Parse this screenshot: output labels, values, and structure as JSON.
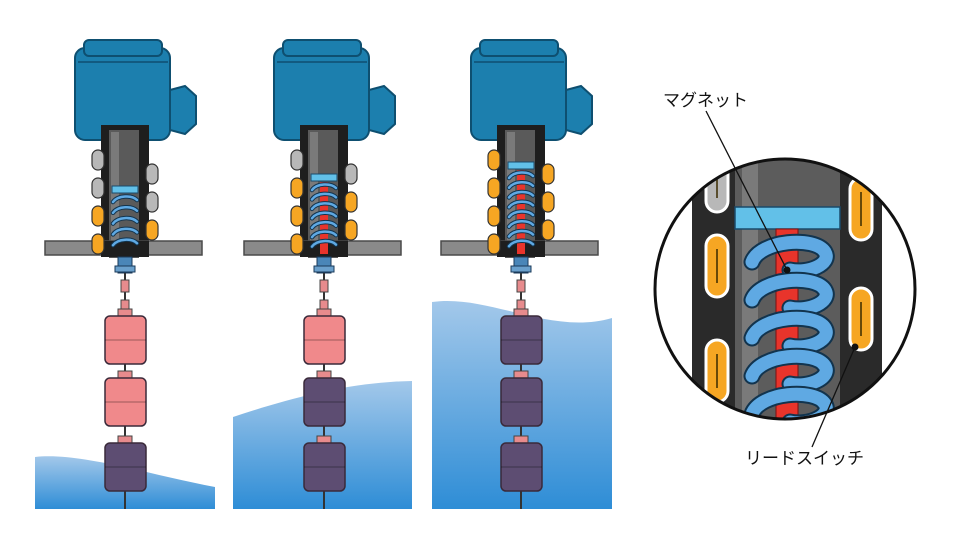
{
  "labels": {
    "magnet": "マグネット",
    "reed_switch": "リードスイッチ"
  },
  "panels": [
    {
      "id": "low",
      "floats_submerged": 1,
      "lit_switches": 2
    },
    {
      "id": "mid",
      "floats_submerged": 2,
      "lit_switches": 3
    },
    {
      "id": "high",
      "floats_submerged": 3,
      "lit_switches": 4
    }
  ],
  "colors": {
    "housing": "#1c7fae",
    "housing_dark": "#176a93",
    "flange": "#8a8a8a",
    "tube": "#3c3c3c",
    "magnet_fill": "#62c0e8",
    "spring": "#5fa9e3",
    "magnet_rod": "#e8342b",
    "switch_on": "#f6a623",
    "switch_off": "#b8b8b8",
    "float_dry": "#f0898b",
    "float_wet": "#5d4d72",
    "water": "#8fbde4",
    "water_deep": "#2f8fd6"
  }
}
